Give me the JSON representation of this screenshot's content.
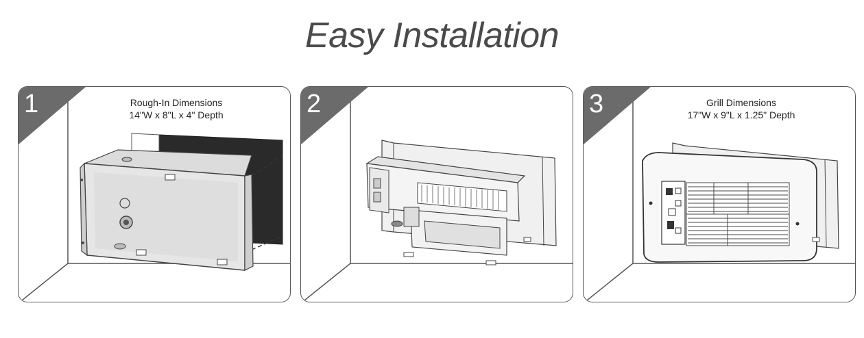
{
  "title": "Easy Installation",
  "steps": [
    {
      "number": "1",
      "caption_line1": "Rough-In Dimensions",
      "caption_line2": "14\"W x 8\"L x 4\" Depth"
    },
    {
      "number": "2",
      "caption_line1": "",
      "caption_line2": ""
    },
    {
      "number": "3",
      "caption_line1": "Grill Dimensions",
      "caption_line2": "17\"W x 9\"L x 1.25\" Depth"
    }
  ],
  "colors": {
    "title": "#4a4a4a",
    "badge": "#6b6b6b",
    "wall_line": "#555555",
    "box_fill": "#e8e8e8",
    "cutout_fill": "#2a2a2a"
  }
}
